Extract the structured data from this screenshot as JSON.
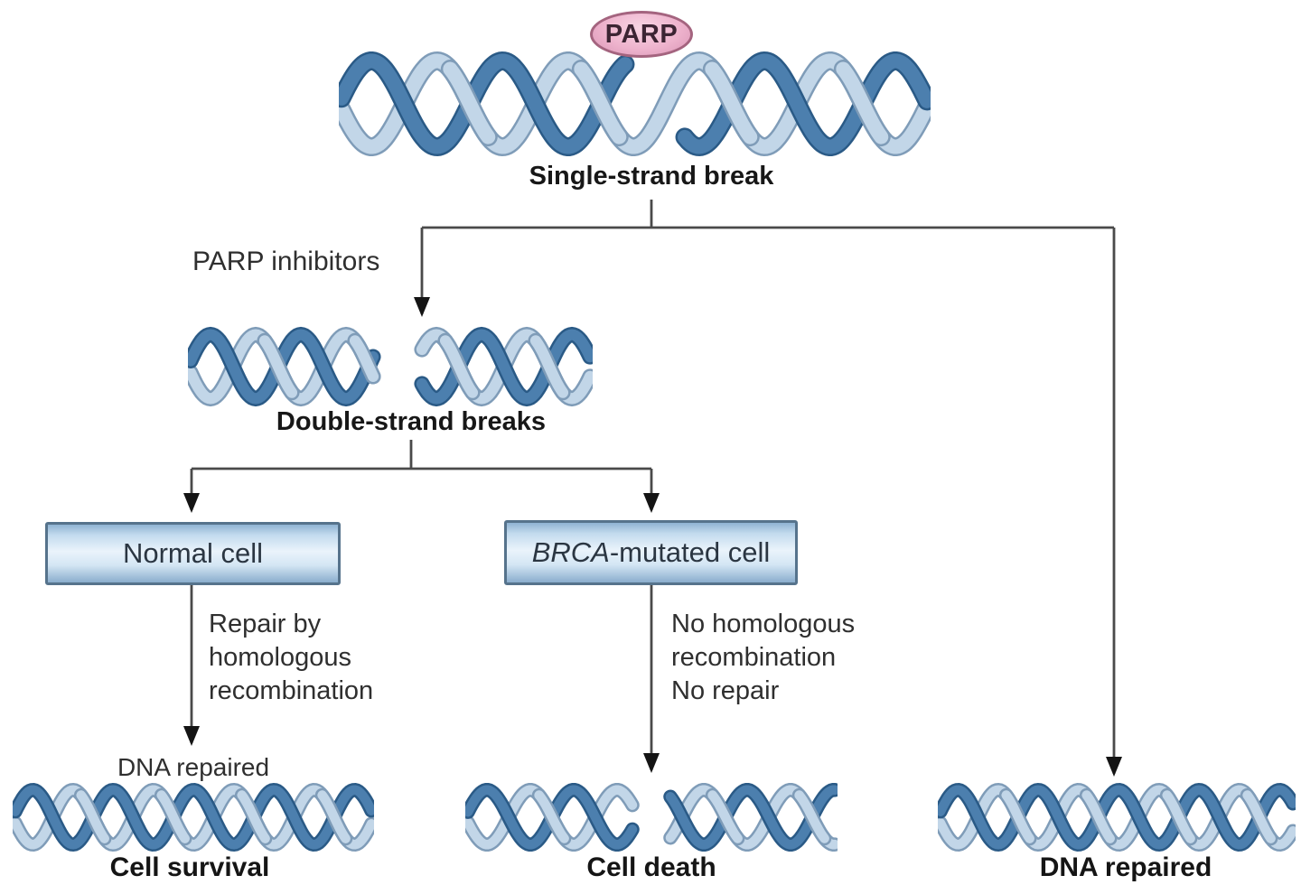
{
  "nodes": {
    "parp": "PARP",
    "single_strand_break": "Single-strand break",
    "parp_inhibitors": "PARP inhibitors",
    "double_strand_breaks": "Double-strand breaks",
    "normal_cell": "Normal cell",
    "brca_italic": "BRCA",
    "brca_rest": "-mutated cell",
    "repair_annotation": [
      "Repair by",
      "homologous",
      "recombination"
    ],
    "no_repair_annotation": [
      "No homologous",
      "recombination",
      "No repair"
    ],
    "dna_repaired_left": "DNA repaired",
    "cell_survival": "Cell survival",
    "cell_death": "Cell death",
    "dna_repaired_right": "DNA repaired"
  },
  "colors": {
    "strand_dark": "#4c7fae",
    "strand_dark_edge": "#2a5a86",
    "strand_light": "#c2d6e8",
    "strand_light_edge": "#7f9cb8",
    "connector_line": "#4a4a4a",
    "arrowhead": "#141414",
    "parp_fill": "#eeb3cd",
    "parp_border": "#a4647f",
    "box_border": "#56738c",
    "box_fill_light": "#eaf3fb",
    "box_fill_dark": "#8fb3d3"
  }
}
